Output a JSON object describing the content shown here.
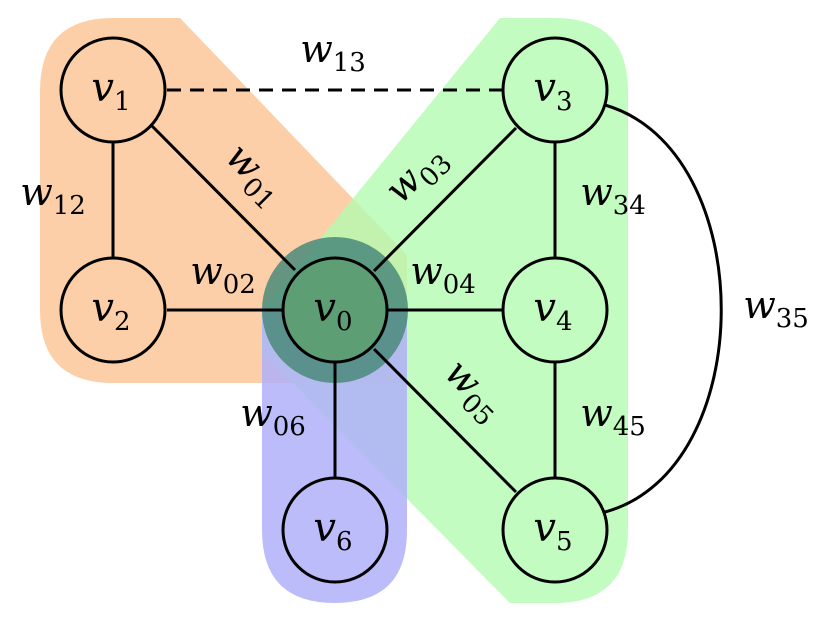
{
  "colors": {
    "orange_region": "#fdcfa8",
    "green_region": "#b2fbb0",
    "blue_region": "#b0b0f9",
    "v0_fill": "#5e9e74",
    "v0_halo": "#4a8a7a",
    "stroke": "#000000",
    "background": "#ffffff"
  },
  "nodes": [
    {
      "id": "v0",
      "base": "v",
      "sub": "0"
    },
    {
      "id": "v1",
      "base": "v",
      "sub": "1"
    },
    {
      "id": "v2",
      "base": "v",
      "sub": "2"
    },
    {
      "id": "v3",
      "base": "v",
      "sub": "3"
    },
    {
      "id": "v4",
      "base": "v",
      "sub": "4"
    },
    {
      "id": "v5",
      "base": "v",
      "sub": "5"
    },
    {
      "id": "v6",
      "base": "v",
      "sub": "6"
    }
  ],
  "edges": [
    {
      "from": "v1",
      "to": "v0",
      "base": "w",
      "sub": "01",
      "style": "solid"
    },
    {
      "from": "v2",
      "to": "v0",
      "base": "w",
      "sub": "02",
      "style": "solid"
    },
    {
      "from": "v3",
      "to": "v0",
      "base": "w",
      "sub": "03",
      "style": "solid"
    },
    {
      "from": "v4",
      "to": "v0",
      "base": "w",
      "sub": "04",
      "style": "solid"
    },
    {
      "from": "v5",
      "to": "v0",
      "base": "w",
      "sub": "05",
      "style": "solid"
    },
    {
      "from": "v6",
      "to": "v0",
      "base": "w",
      "sub": "06",
      "style": "solid"
    },
    {
      "from": "v1",
      "to": "v2",
      "base": "w",
      "sub": "12",
      "style": "solid"
    },
    {
      "from": "v1",
      "to": "v3",
      "base": "w",
      "sub": "13",
      "style": "dashed"
    },
    {
      "from": "v3",
      "to": "v4",
      "base": "w",
      "sub": "34",
      "style": "solid"
    },
    {
      "from": "v3",
      "to": "v5",
      "base": "w",
      "sub": "35",
      "style": "solid"
    },
    {
      "from": "v4",
      "to": "v5",
      "base": "w",
      "sub": "45",
      "style": "solid"
    }
  ]
}
